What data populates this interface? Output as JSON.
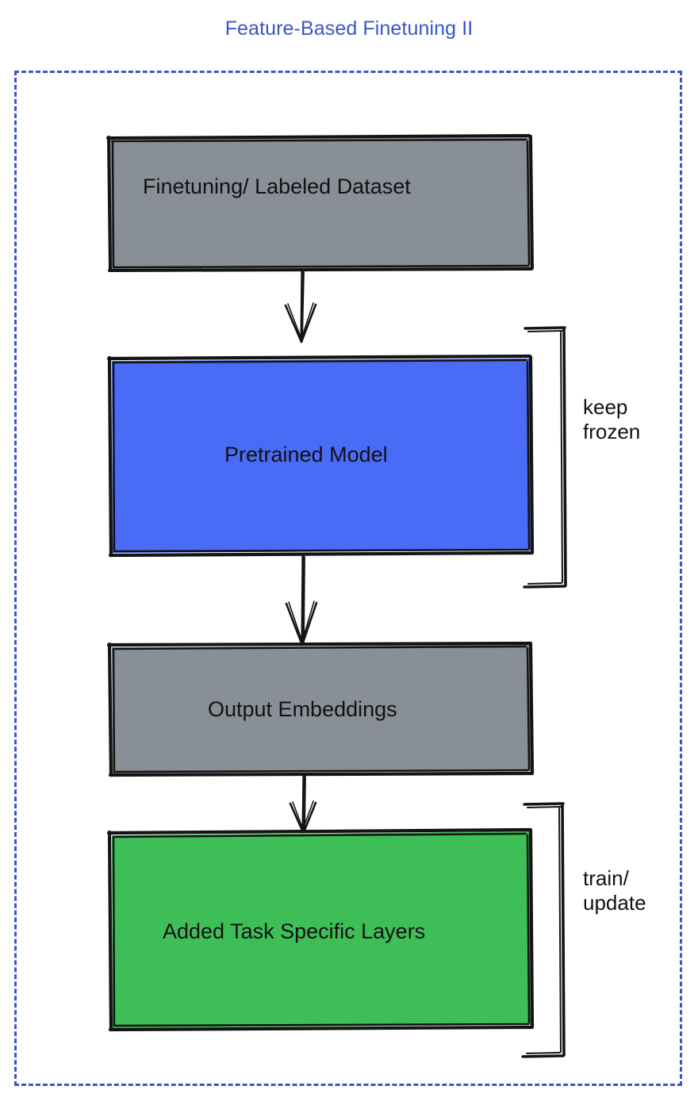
{
  "title": "Feature-Based Finetuning II",
  "colors": {
    "title_blue": "#3b56c4",
    "frame_dashed_blue": "#3b56c4",
    "gray_fill": "#888f97",
    "blue_fill": "#4a6bf5",
    "green_fill": "#3ebe57",
    "stroke_black": "#141414",
    "text_black": "#111111",
    "background": "#ffffff"
  },
  "nodes": [
    {
      "id": "dataset",
      "label": "Finetuning/ Labeled Dataset",
      "fill": "gray_fill"
    },
    {
      "id": "pretrained",
      "label": "Pretrained Model",
      "fill": "blue_fill"
    },
    {
      "id": "embeddings",
      "label": "Output Embeddings",
      "fill": "gray_fill"
    },
    {
      "id": "task_layers",
      "label": "Added Task Specific Layers",
      "fill": "green_fill"
    }
  ],
  "arrows": [
    {
      "id": "arrow-dataset-to-pretrained",
      "from": "dataset",
      "to": "pretrained",
      "icon": "down-arrow-icon"
    },
    {
      "id": "arrow-pretrained-to-embeddings",
      "from": "pretrained",
      "to": "embeddings",
      "icon": "down-arrow-icon"
    },
    {
      "id": "arrow-embeddings-to-task-layers",
      "from": "embeddings",
      "to": "task_layers",
      "icon": "down-arrow-icon"
    }
  ],
  "annotations": [
    {
      "id": "keep-frozen",
      "label": "keep\nfrozen",
      "target": "pretrained",
      "bracket": "right-bracket-icon"
    },
    {
      "id": "train-update",
      "label": "train/\nupdate",
      "target": "task_layers",
      "bracket": "right-bracket-icon"
    }
  ]
}
